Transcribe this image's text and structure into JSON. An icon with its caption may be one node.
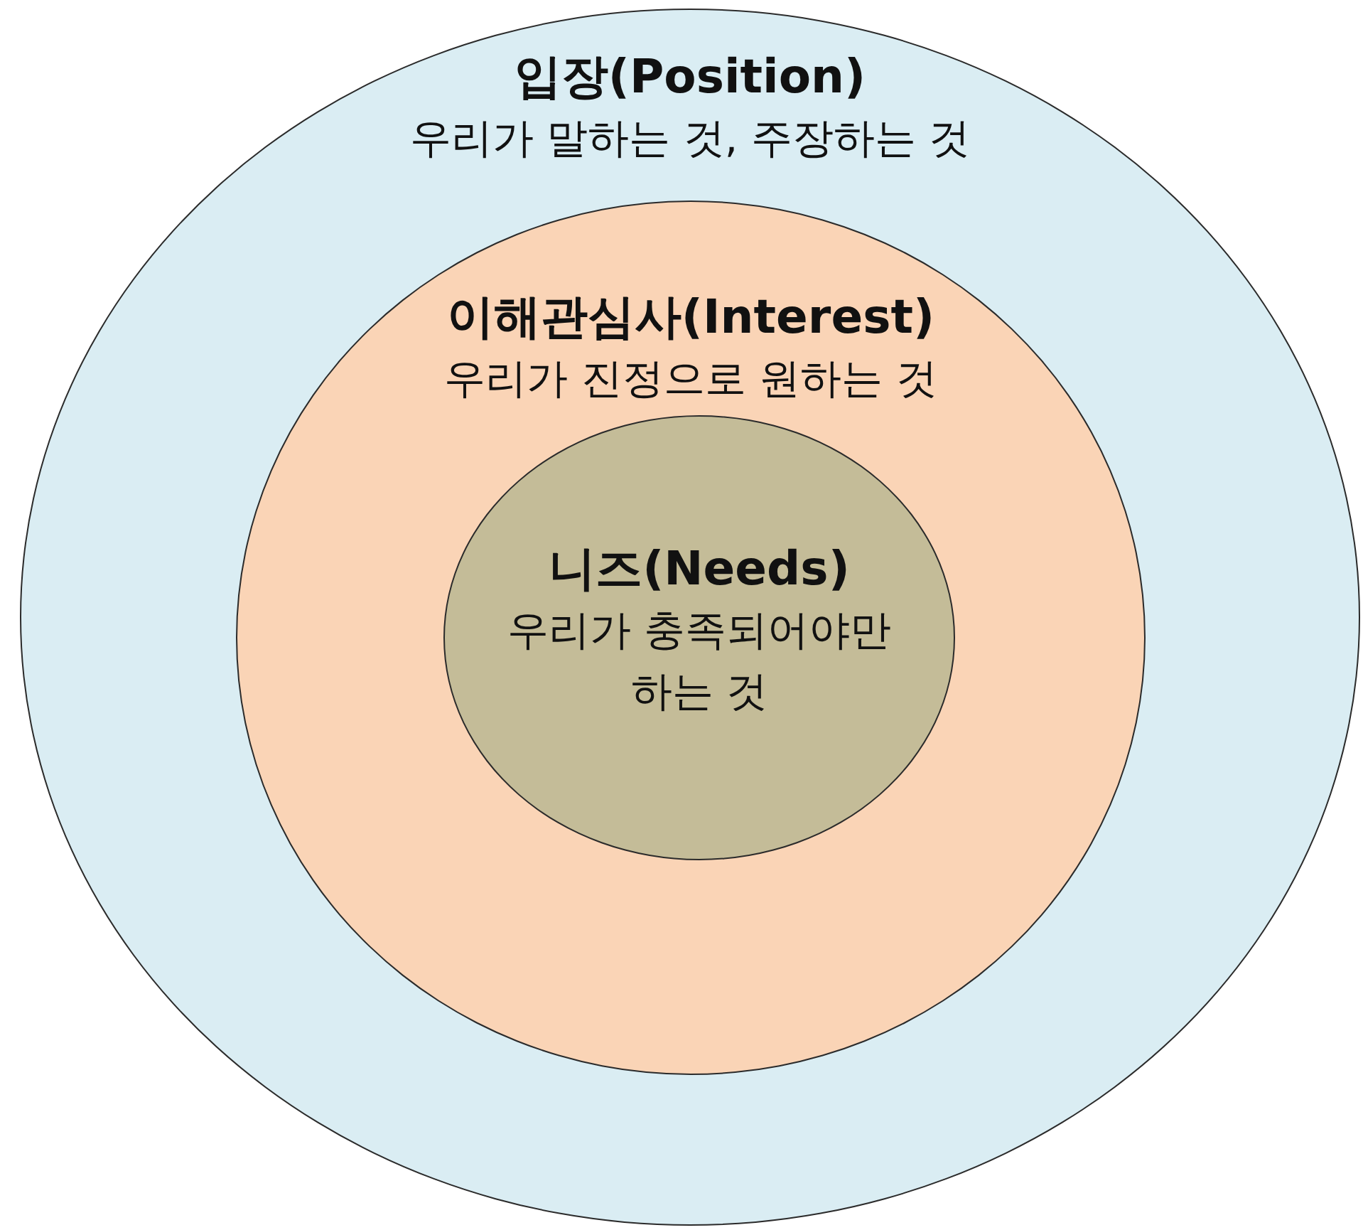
{
  "diagram": {
    "nodes": [
      {
        "text": [
          "입장(Position)",
          "우리가 말하는 것, 주장하는 것"
        ]
      },
      {
        "text": [
          "이해관심사(Interest)",
          "우리가 진정으로 원하는 것"
        ],
        "in": 0
      },
      {
        "text": [
          "니즈(Needs)",
          "우리가 충족되어야만 하는 것"
        ],
        "in": 1
      }
    ]
  }
}
